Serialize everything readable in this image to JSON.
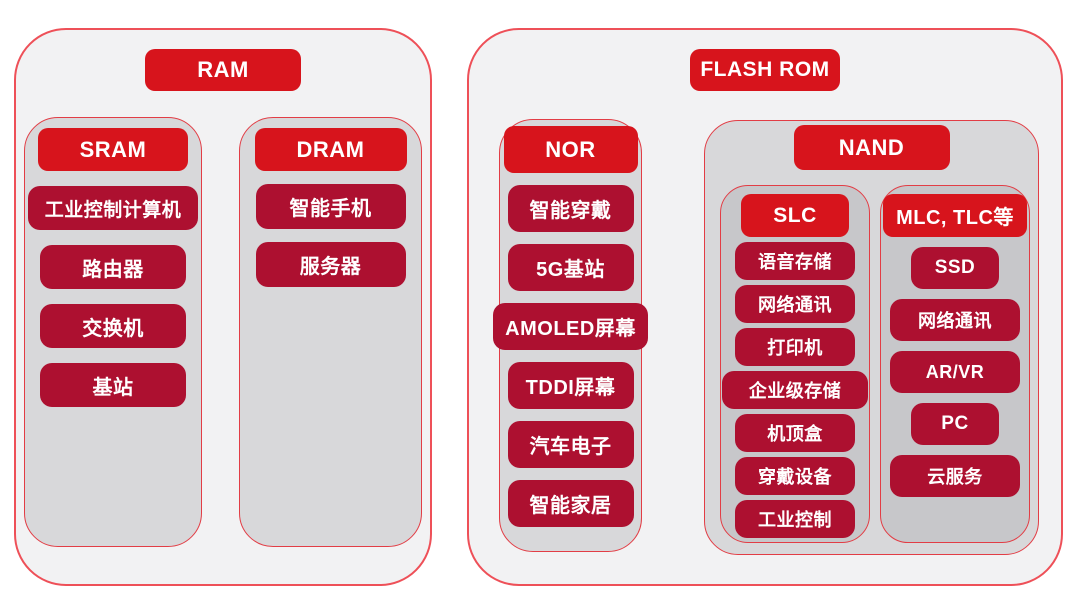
{
  "colors": {
    "header_red": "#d7141c",
    "item_crimson": "#ad1030",
    "border_red": "#e23d45",
    "panel_fill": "#f2f2f3",
    "subbox_fill": "#d8d8da",
    "innerbox_fill": "#c7c7ca"
  },
  "ram": {
    "title": "RAM",
    "columns": [
      {
        "title": "SRAM",
        "items": [
          "工业控制计算机",
          "路由器",
          "交换机",
          "基站"
        ]
      },
      {
        "title": "DRAM",
        "items": [
          "智能手机",
          "服务器"
        ]
      }
    ]
  },
  "flash_rom": {
    "title": "FLASH ROM",
    "nor": {
      "title": "NOR",
      "items": [
        "智能穿戴",
        "5G基站",
        "AMOLED屏幕",
        "TDDI屏幕",
        "汽车电子",
        "智能家居"
      ]
    },
    "nand": {
      "title": "NAND",
      "columns": [
        {
          "title": "SLC",
          "items": [
            "语音存储",
            "网络通讯",
            "打印机",
            "企业级存储",
            "机顶盒",
            "穿戴设备",
            "工业控制"
          ]
        },
        {
          "title": "MLC, TLC等",
          "items": [
            "SSD",
            "网络通讯",
            "AR/VR",
            "PC",
            "云服务"
          ]
        }
      ]
    }
  }
}
